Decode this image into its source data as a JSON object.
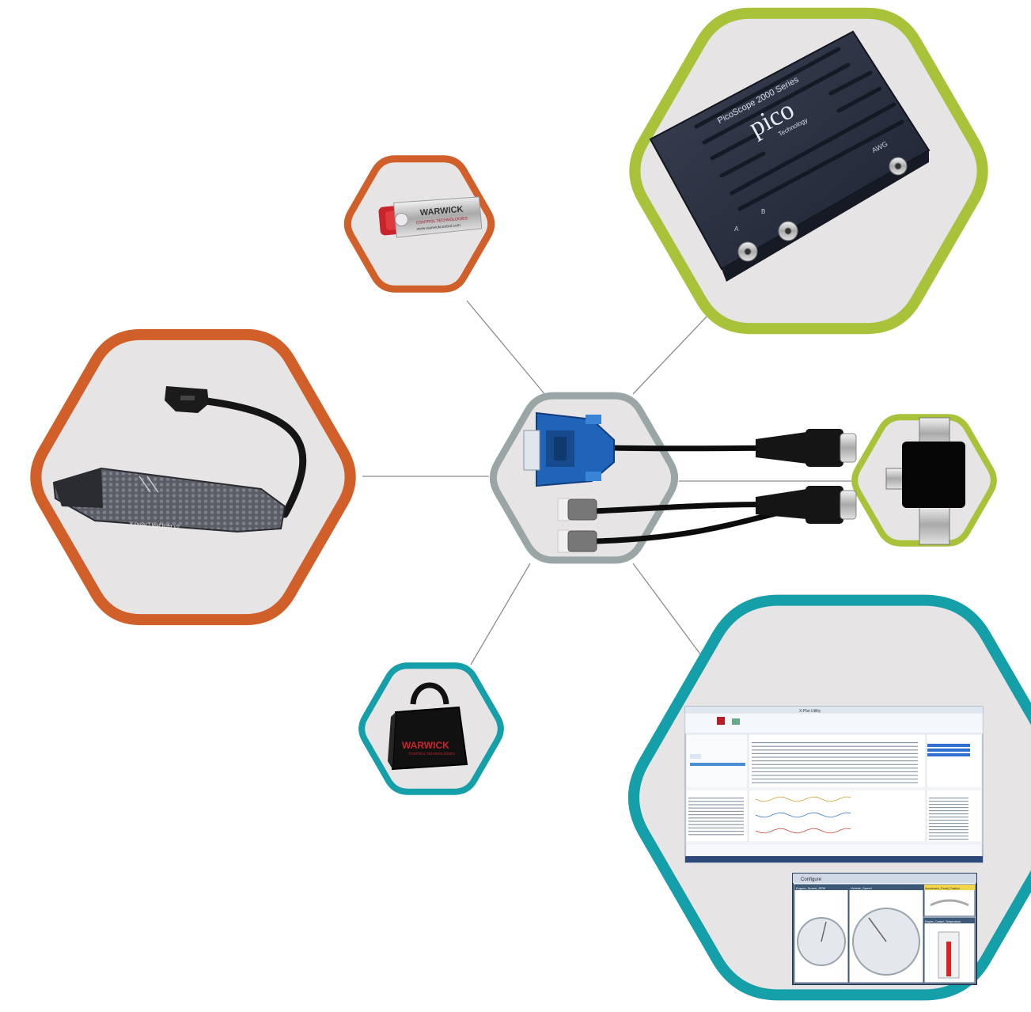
{
  "colors": {
    "orange": "#d15f2a",
    "green": "#a8c23a",
    "teal": "#159fa8",
    "grey": "#9aa6a6",
    "hex_fill": "#e6e4e5",
    "connector": "#8c8c8c",
    "dsub_blue": "#1f64b8"
  },
  "nodes": [
    {
      "name": "warwick-usb-stick",
      "icon": "usb-flash-drive-icon"
    },
    {
      "name": "picoscope-oscilloscope",
      "icon": "oscilloscope-icon"
    },
    {
      "name": "kvaser-can-interface",
      "icon": "can-interface-icon"
    },
    {
      "name": "can-cable-adapter",
      "icon": "dsub-cable-icon"
    },
    {
      "name": "breakout-module",
      "icon": "breakout-module-icon"
    },
    {
      "name": "warwick-carry-bag",
      "icon": "carry-bag-icon"
    },
    {
      "name": "x-plot-software",
      "icon": "software-screenshot-icon"
    }
  ],
  "labels": {
    "usb_brand": "WARWICK",
    "usb_sub": "CONTROL TECHNOLOGIES",
    "usb_url": "www.warwickcontrol.com",
    "scope_series": "PicoScope 2000 Series",
    "scope_brand": "pico",
    "scope_tech": "Technology",
    "scope_awg": "AWG",
    "scope_ch_a": "A",
    "scope_ch_b": "B",
    "bag_brand": "WARWICK",
    "bag_sub": "CONTROL TECHNOLOGIES",
    "kvaser_brand": "Kvaser | leaf light v2",
    "sw_title": "X-Plot Utility",
    "dash_title": "Configure",
    "dash_panel1": "Engine_Speed_RPM",
    "dash_panel2": "Vehicle_Speed",
    "dash_panel3": "Accelerator_Pedal_Position",
    "dash_panel4": "Engine_Coolant_Temperature"
  }
}
